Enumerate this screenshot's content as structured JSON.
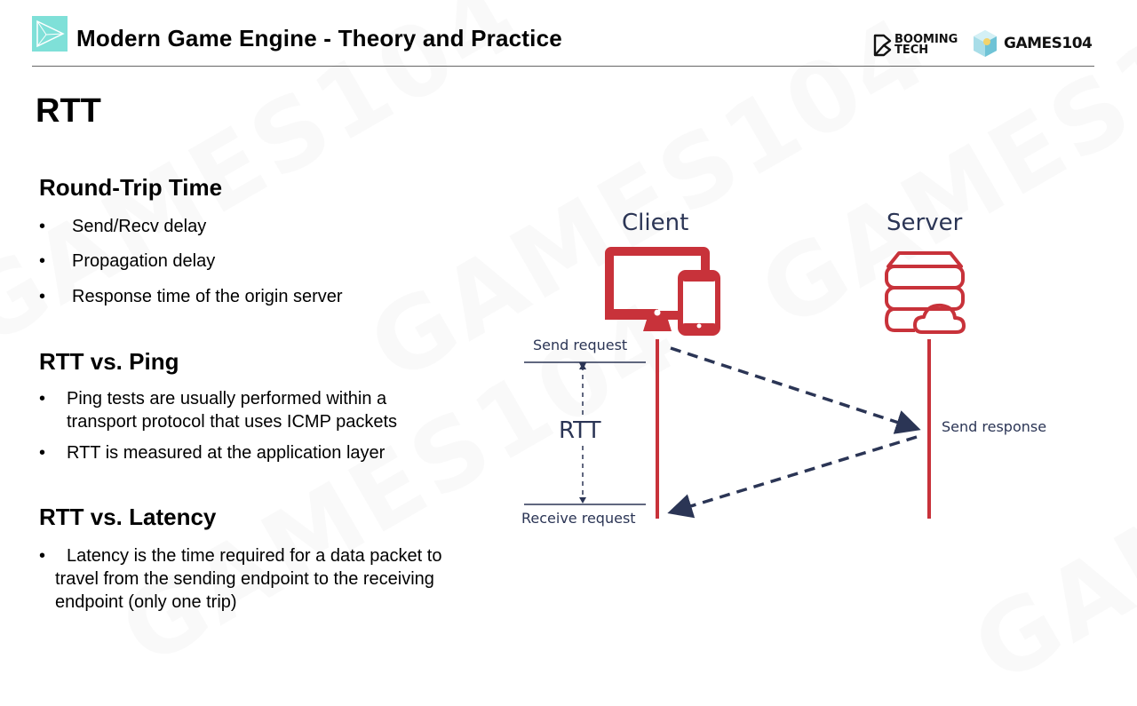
{
  "header": {
    "title": "Modern Game Engine - Theory and Practice",
    "logo_icon": "play-triangle-icon",
    "brands": {
      "booming": "BOOMING TECH",
      "booming_line1": "BOOMING",
      "booming_line2": "TECH",
      "games": "GAMES104"
    },
    "accent_color": "#7fe0d8"
  },
  "watermark": "GAMES104",
  "slide": {
    "title": "RTT",
    "sections": [
      {
        "heading": "Round-Trip Time",
        "bullets": [
          "Send/Recv delay",
          "Propagation delay",
          "Response time of the origin server"
        ]
      },
      {
        "heading": "RTT vs. Ping",
        "bullets": [
          "Ping tests are usually performed within a",
          "transport protocol that uses ICMP packets",
          "RTT is measured at the application layer"
        ]
      },
      {
        "heading": "RTT vs. Latency",
        "bullets": [
          "Latency is the time required for a data packet to",
          "travel from the sending endpoint to the receiving",
          "endpoint (only one trip)"
        ]
      }
    ]
  },
  "diagram": {
    "client_label": "Client",
    "server_label": "Server",
    "send_request": "Send request",
    "receive_request": "Receive request",
    "send_response": "Send response",
    "rtt_label": "RTT",
    "colors": {
      "line": "#c8323a",
      "arrow": "#2b3555",
      "text": "#2b3555"
    }
  }
}
